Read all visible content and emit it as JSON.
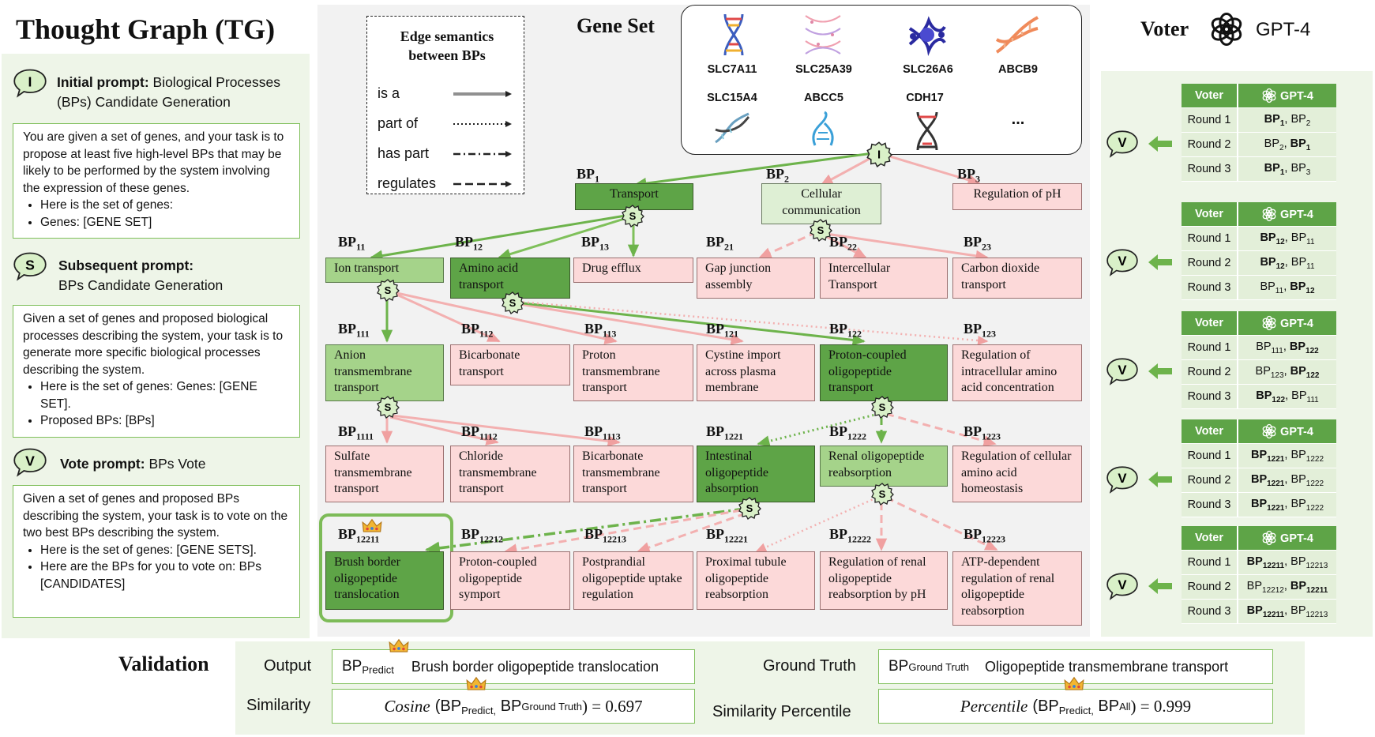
{
  "title": "Thought Graph (TG)",
  "prompts": {
    "initial": {
      "icon_letter": "I",
      "heading_bold": "Initial prompt:",
      "heading_rest": " Biological Processes (BPs) Candidate Generation",
      "text": "You are given a set of genes, and your task is to propose at least five high-level BPs that may be likely to be performed by the system involving the expression of these genes.",
      "bullets": [
        "Here is the set of genes:",
        "Genes: [GENE SET]"
      ]
    },
    "subsequent": {
      "icon_letter": "S",
      "heading_bold": "Subsequent prompt:",
      "heading_rest": "BPs Candidate Generation",
      "text": "Given a set of genes and proposed biological processes describing the system, your task is to generate more specific biological processes describing the system.",
      "bullets": [
        "Here is the set of genes: Genes: [GENE SET].",
        "Proposed BPs: [BPs]"
      ]
    },
    "vote": {
      "icon_letter": "V",
      "heading_bold": "Vote prompt:",
      "heading_rest": " BPs Vote",
      "text": "Given a set of genes and proposed BPs describing the system, your task is to vote on the two best BPs describing the system.",
      "bullets": [
        "Here is the set of genes: [GENE SETS].",
        "Here are the BPs for you to vote on: BPs [CANDIDATES]"
      ]
    }
  },
  "legend": {
    "title_line1": "Edge semantics",
    "title_line2": "between BPs",
    "items": [
      "is a",
      "part of",
      "has part",
      "regulates"
    ]
  },
  "gene_set": {
    "title": "Gene Set",
    "genes": [
      "SLC7A11",
      "SLC25A39",
      "SLC26A6",
      "ABCB9",
      "SLC15A4",
      "ABCC5",
      "CDH17",
      "..."
    ]
  },
  "nodes": {
    "bp1": {
      "id": "BP",
      "sub": "1",
      "label": "Transport"
    },
    "bp2": {
      "id": "BP",
      "sub": "2",
      "label": "Cellular communication"
    },
    "bp3": {
      "id": "BP",
      "sub": "3",
      "label": "Regulation of pH"
    },
    "bp11": {
      "id": "BP",
      "sub": "11",
      "label": "Ion transport"
    },
    "bp12": {
      "id": "BP",
      "sub": "12",
      "label": "Amino acid transport"
    },
    "bp13": {
      "id": "BP",
      "sub": "13",
      "label": "Drug efflux"
    },
    "bp21": {
      "id": "BP",
      "sub": "21",
      "label": "Gap junction assembly"
    },
    "bp22": {
      "id": "BP",
      "sub": "22",
      "label": "Intercellular Transport"
    },
    "bp23": {
      "id": "BP",
      "sub": "23",
      "label": "Carbon dioxide transport"
    },
    "bp111": {
      "id": "BP",
      "sub": "111",
      "label": "Anion transmembrane transport"
    },
    "bp112": {
      "id": "BP",
      "sub": "112",
      "label": "Bicarbonate transport"
    },
    "bp113": {
      "id": "BP",
      "sub": "113",
      "label": "Proton transmembrane transport"
    },
    "bp121": {
      "id": "BP",
      "sub": "121",
      "label": "Cystine import across plasma membrane"
    },
    "bp122": {
      "id": "BP",
      "sub": "122",
      "label": "Proton-coupled oligopeptide transport"
    },
    "bp123": {
      "id": "BP",
      "sub": "123",
      "label": "Regulation of intracellular amino acid concentration"
    },
    "bp1111": {
      "id": "BP",
      "sub": "1111",
      "label": "Sulfate transmembrane transport"
    },
    "bp1112": {
      "id": "BP",
      "sub": "1112",
      "label": "Chloride transmembrane transport"
    },
    "bp1113": {
      "id": "BP",
      "sub": "1113",
      "label": "Bicarbonate transmembrane transport"
    },
    "bp1221": {
      "id": "BP",
      "sub": "1221",
      "label": "Intestinal oligopeptide absorption"
    },
    "bp1222": {
      "id": "BP",
      "sub": "1222",
      "label": "Renal oligopeptide reabsorption"
    },
    "bp1223": {
      "id": "BP",
      "sub": "1223",
      "label": "Regulation of cellular amino acid homeostasis"
    },
    "bp12211": {
      "id": "BP",
      "sub": "12211",
      "label": "Brush border oligopeptide translocation"
    },
    "bp12212": {
      "id": "BP",
      "sub": "12212",
      "label": "Proton-coupled oligopeptide symport"
    },
    "bp12213": {
      "id": "BP",
      "sub": "12213",
      "label": "Postprandial oligopeptide uptake regulation"
    },
    "bp12221": {
      "id": "BP",
      "sub": "12221",
      "label": "Proximal tubule oligopeptide reabsorption"
    },
    "bp12222": {
      "id": "BP",
      "sub": "12222",
      "label": "Regulation of renal oligopeptide reabsorption by pH"
    },
    "bp12223": {
      "id": "BP",
      "sub": "12223",
      "label": "ATP-dependent regulation of renal oligopeptide reabsorption"
    }
  },
  "voter": {
    "title": "Voter",
    "model": "GPT-4",
    "tables": [
      {
        "header": [
          "Voter",
          "GPT-4"
        ],
        "rows": [
          {
            "round": "Round 1",
            "a": "BP",
            "as": "1",
            "ab": true,
            "b": "BP",
            "bs": "2",
            "bb": false
          },
          {
            "round": "Round 2",
            "a": "BP",
            "as": "2",
            "ab": false,
            "b": "BP",
            "bs": "1",
            "bb": true
          },
          {
            "round": "Round 3",
            "a": "BP",
            "as": "1",
            "ab": true,
            "b": "BP",
            "bs": "3",
            "bb": false
          }
        ]
      },
      {
        "header": [
          "Voter",
          "GPT-4"
        ],
        "rows": [
          {
            "round": "Round 1",
            "a": "BP",
            "as": "12",
            "ab": true,
            "b": "BP",
            "bs": "11",
            "bb": false
          },
          {
            "round": "Round 2",
            "a": "BP",
            "as": "12",
            "ab": true,
            "b": "BP",
            "bs": "11",
            "bb": false
          },
          {
            "round": "Round 3",
            "a": "BP",
            "as": "11",
            "ab": false,
            "b": "BP",
            "bs": "12",
            "bb": true
          }
        ]
      },
      {
        "header": [
          "Voter",
          "GPT-4"
        ],
        "rows": [
          {
            "round": "Round 1",
            "a": "BP",
            "as": "111",
            "ab": false,
            "b": "BP",
            "bs": "122",
            "bb": true
          },
          {
            "round": "Round 2",
            "a": "BP",
            "as": "123",
            "ab": false,
            "b": "BP",
            "bs": "122",
            "bb": true
          },
          {
            "round": "Round 3",
            "a": "BP",
            "as": "122",
            "ab": true,
            "b": "BP",
            "bs": "111",
            "bb": false
          }
        ]
      },
      {
        "header": [
          "Voter",
          "GPT-4"
        ],
        "rows": [
          {
            "round": "Round 1",
            "a": "BP",
            "as": "1221",
            "ab": true,
            "b": "BP",
            "bs": "1222",
            "bb": false
          },
          {
            "round": "Round 2",
            "a": "BP",
            "as": "1221",
            "ab": true,
            "b": "BP",
            "bs": "1222",
            "bb": false
          },
          {
            "round": "Round 3",
            "a": "BP",
            "as": "1221",
            "ab": true,
            "b": "BP",
            "bs": "1222",
            "bb": false
          }
        ]
      },
      {
        "header": [
          "Voter",
          "GPT-4"
        ],
        "rows": [
          {
            "round": "Round 1",
            "a": "BP",
            "as": "12211",
            "ab": true,
            "b": "BP",
            "bs": "12213",
            "bb": false
          },
          {
            "round": "Round 2",
            "a": "BP",
            "as": "12212",
            "ab": false,
            "b": "BP",
            "bs": "12211",
            "bb": true
          },
          {
            "round": "Round 3",
            "a": "BP",
            "as": "12211",
            "ab": true,
            "b": "BP",
            "bs": "12213",
            "bb": false
          }
        ]
      }
    ]
  },
  "validation": {
    "title": "Validation",
    "output_label": "Output",
    "output_bp": "BP",
    "output_bp_sub": "Predict",
    "output_text": "Brush border oligopeptide translocation",
    "gt_label": "Ground Truth",
    "gt_bp": "BP",
    "gt_bp_sub": "Ground Truth",
    "gt_text": "Oligopeptide transmembrane transport",
    "similarity_label": "Similarity",
    "cosine_fn": "Cosine",
    "cosine_arg1": "BP",
    "cosine_arg1_sub": "Predict,",
    "cosine_arg2": " BP",
    "cosine_arg2_sub": "Ground Truth",
    "cosine_value": ") = 0.697",
    "percentile_label": "Similarity Percentile",
    "percentile_fn": "Percentile",
    "pct_arg1": "BP",
    "pct_arg1_sub": "Predict,",
    "pct_arg2": " BP",
    "pct_arg2_sub": "All",
    "pct_value": ") = 0.999"
  }
}
